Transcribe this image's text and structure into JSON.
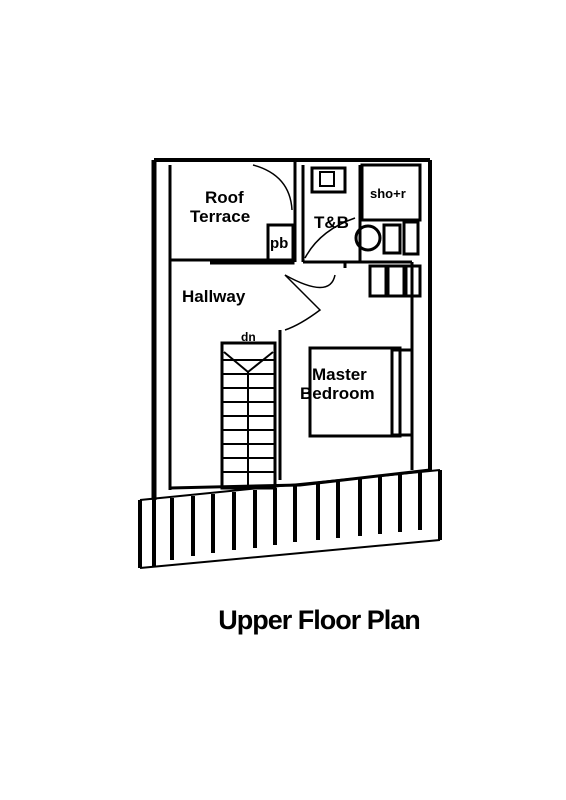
{
  "plan": {
    "title": "Upper Floor Plan",
    "rooms": {
      "roof_terrace_line1": "Roof",
      "roof_terrace_line2": "Terrace",
      "pb": "pb",
      "tb": "T&B",
      "shower": "sho+r",
      "hallway": "Hallway",
      "stair_dn": "dn",
      "master_line1": "Master",
      "master_line2": "Bedroom"
    }
  }
}
